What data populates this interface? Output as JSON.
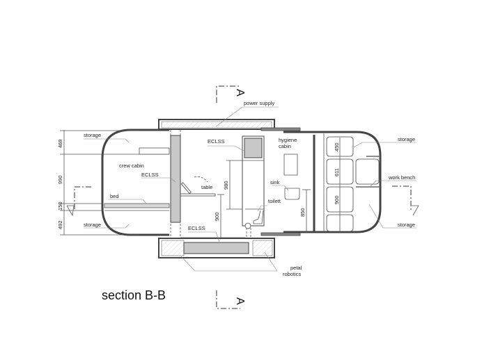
{
  "title": "section B-B",
  "section_marker": "A",
  "labels": {
    "power_supply": "power supply",
    "storage_top_left": "storage",
    "crew_cabin": "crew cabin",
    "eclss_left": "ECLSS",
    "bed": "bed",
    "storage_bottom_left": "storage",
    "eclss_top": "ECLSS",
    "table": "table",
    "eclss_bottom": "ECLSS",
    "hygiene_cabin_1": "hygiene",
    "hygiene_cabin_2": "cabin",
    "sink": "sink",
    "toilett": "toilett",
    "petal_robotics_1": "petal",
    "petal_robotics_2": "robotics",
    "storage_top_right": "storage",
    "work_bench": "work bench",
    "storage_bottom_right": "storage"
  },
  "dimensions": {
    "left": [
      "469",
      "990",
      "150",
      "492"
    ],
    "center": [
      "980",
      "900"
    ],
    "hygiene": "850",
    "right": [
      "450",
      "611",
      "900"
    ]
  }
}
